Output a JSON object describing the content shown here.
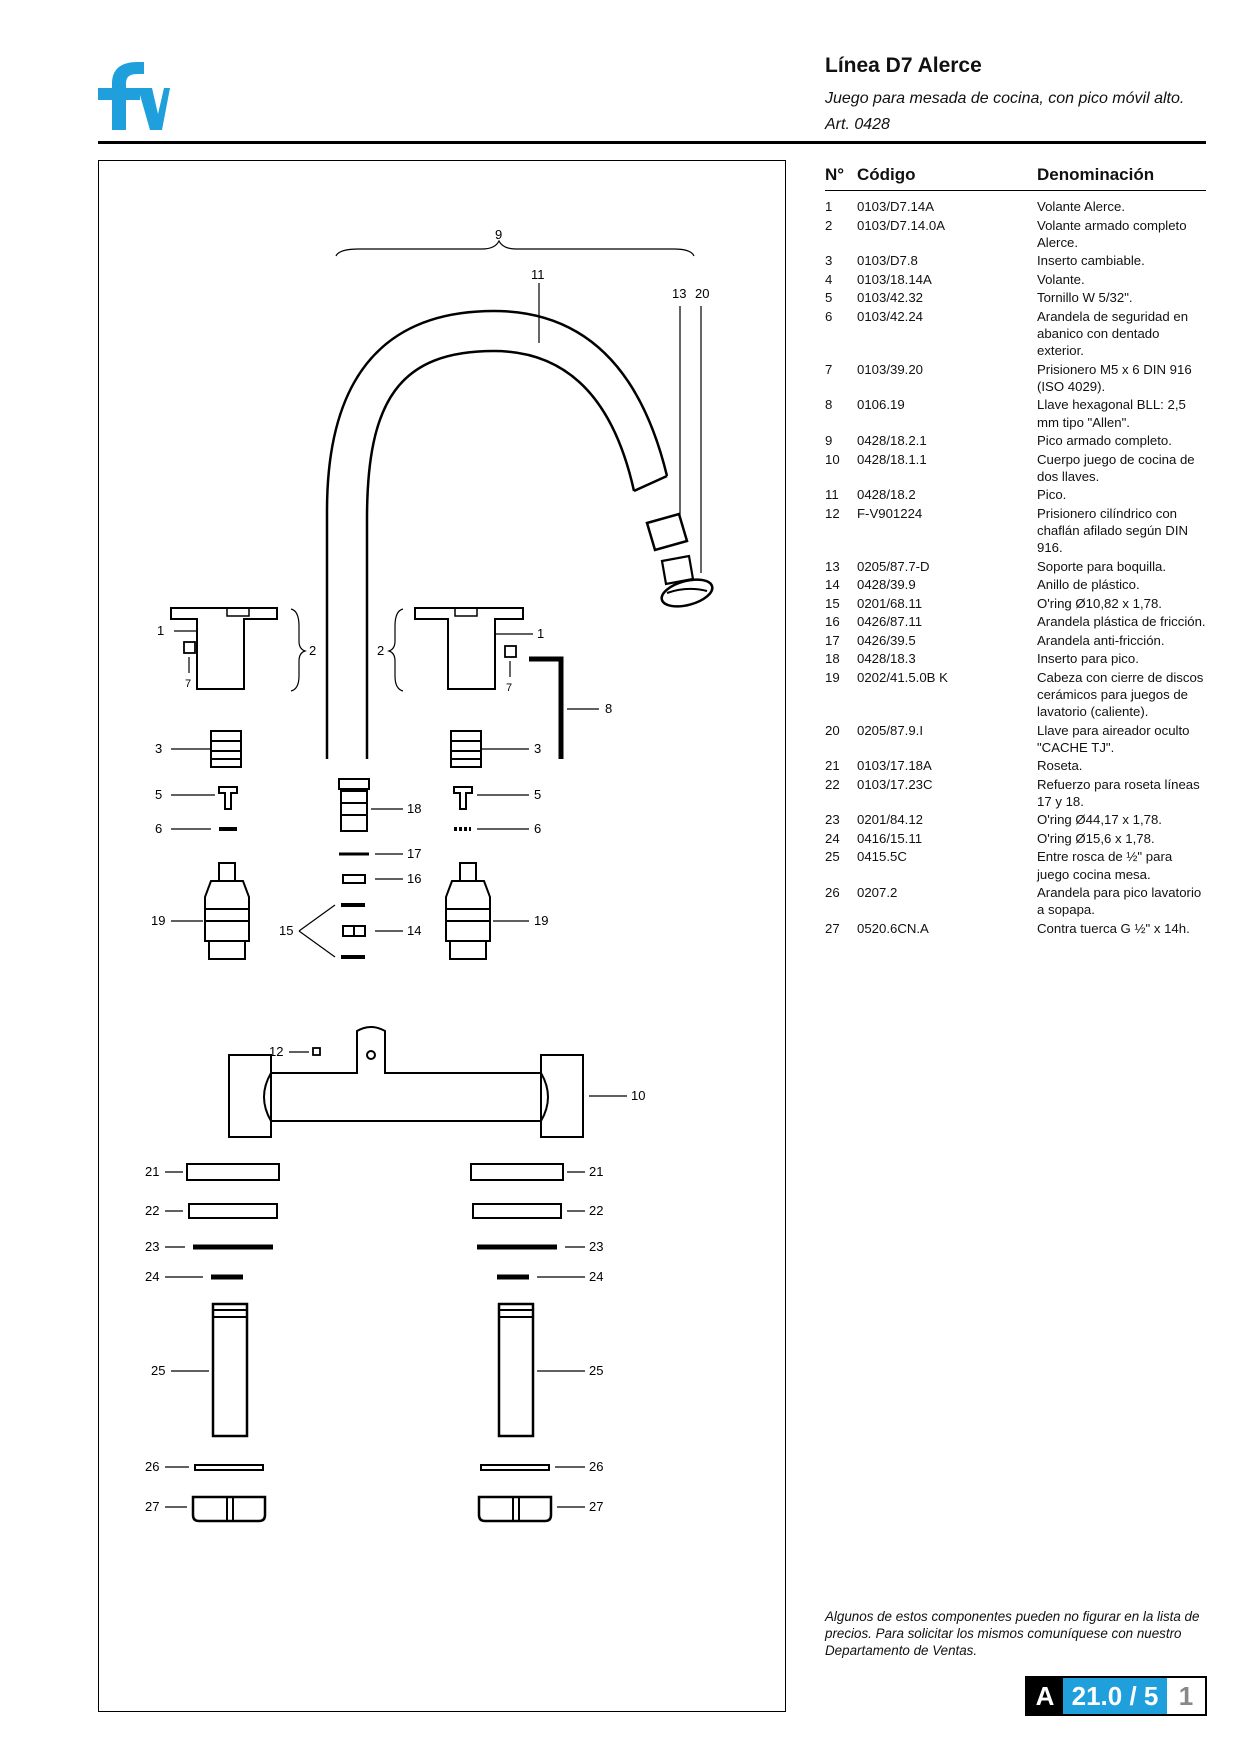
{
  "brand": {
    "logo_icon": "fv-logo-icon",
    "color": "#1fa0dc"
  },
  "header": {
    "title": "Línea D7 Alerce",
    "subtitle": "Juego para mesada de cocina, con pico móvil alto.",
    "article": "Art. 0428"
  },
  "table": {
    "headers": {
      "num": "N°",
      "code": "Código",
      "name": "Denominación"
    },
    "rows": [
      {
        "num": "1",
        "code": "0103/D7.14A",
        "name": "Volante Alerce."
      },
      {
        "num": "2",
        "code": "0103/D7.14.0A",
        "name": "Volante armado completo Alerce."
      },
      {
        "num": "3",
        "code": "0103/D7.8",
        "name": "Inserto cambiable."
      },
      {
        "num": "4",
        "code": "0103/18.14A",
        "name": "Volante."
      },
      {
        "num": "5",
        "code": "0103/42.32",
        "name": "Tornillo W 5/32\"."
      },
      {
        "num": "6",
        "code": "0103/42.24",
        "name": "Arandela de seguridad en abanico con dentado exterior."
      },
      {
        "num": "7",
        "code": "0103/39.20",
        "name": "Prisionero M5 x 6 DIN 916 (ISO 4029)."
      },
      {
        "num": "8",
        "code": "0106.19",
        "name": "Llave hexagonal BLL: 2,5 mm tipo \"Allen\"."
      },
      {
        "num": "9",
        "code": "0428/18.2.1",
        "name": "Pico armado completo."
      },
      {
        "num": "10",
        "code": "0428/18.1.1",
        "name": "Cuerpo juego de cocina de dos llaves."
      },
      {
        "num": "11",
        "code": "0428/18.2",
        "name": "Pico."
      },
      {
        "num": "12",
        "code": "F-V901224",
        "name": "Prisionero cilíndrico con chaflán afilado según DIN 916."
      },
      {
        "num": "13",
        "code": "0205/87.7-D",
        "name": "Soporte para boquilla."
      },
      {
        "num": "14",
        "code": "0428/39.9",
        "name": "Anillo de plástico."
      },
      {
        "num": "15",
        "code": "0201/68.11",
        "name": "O'ring Ø10,82 x 1,78."
      },
      {
        "num": "16",
        "code": "0426/87.11",
        "name": "Arandela plástica de fricción."
      },
      {
        "num": "17",
        "code": "0426/39.5",
        "name": "Arandela anti-fricción."
      },
      {
        "num": "18",
        "code": "0428/18.3",
        "name": "Inserto para pico."
      },
      {
        "num": "19",
        "code": "0202/41.5.0B K",
        "name": "Cabeza con cierre de discos cerámicos para juegos de lavatorio (caliente)."
      },
      {
        "num": "20",
        "code": "0205/87.9.I",
        "name": "Llave para aireador oculto \"CACHE TJ\"."
      },
      {
        "num": "21",
        "code": "0103/17.18A",
        "name": "Roseta."
      },
      {
        "num": "22",
        "code": "0103/17.23C",
        "name": "Refuerzo para roseta líneas 17 y 18."
      },
      {
        "num": "23",
        "code": "0201/84.12",
        "name": "O'ring Ø44,17 x 1,78."
      },
      {
        "num": "24",
        "code": "0416/15.11",
        "name": "O'ring Ø15,6 x 1,78."
      },
      {
        "num": "25",
        "code": "0415.5C",
        "name": "Entre rosca de ½\" para juego cocina mesa."
      },
      {
        "num": "26",
        "code": "0207.2",
        "name": "Arandela para pico lavatorio a sopapa."
      },
      {
        "num": "27",
        "code": "0520.6CN.A",
        "name": "Contra tuerca G ½\" x 14h."
      }
    ]
  },
  "diagram": {
    "labels": {
      "l9": "9",
      "l11": "11",
      "l13": "13",
      "l20": "20",
      "l1a": "1",
      "l7a": "7",
      "l2a": "2",
      "l2b": "2",
      "l1b": "1",
      "l7b": "7",
      "l8": "8",
      "l3a": "3",
      "l3b": "3",
      "l5a": "5",
      "l5b": "5",
      "l6a": "6",
      "l6b": "6",
      "l18": "18",
      "l17": "17",
      "l16": "16",
      "l14": "14",
      "l15": "15",
      "l19a": "19",
      "l19b": "19",
      "l12": "12",
      "l10": "10",
      "l21a": "21",
      "l21b": "21",
      "l22a": "22",
      "l22b": "22",
      "l23a": "23",
      "l23b": "23",
      "l24a": "24",
      "l24b": "24",
      "l25a": "25",
      "l25b": "25",
      "l26a": "26",
      "l26b": "26",
      "l27a": "27",
      "l27b": "27"
    }
  },
  "note": "Algunos de estos componentes pueden no figurar en la lista de precios. Para solicitar los mismos comuníquese con nuestro Departamento de Ventas.",
  "pagebox": {
    "section": "A",
    "ref": "21.0 / 5",
    "page": "1"
  }
}
